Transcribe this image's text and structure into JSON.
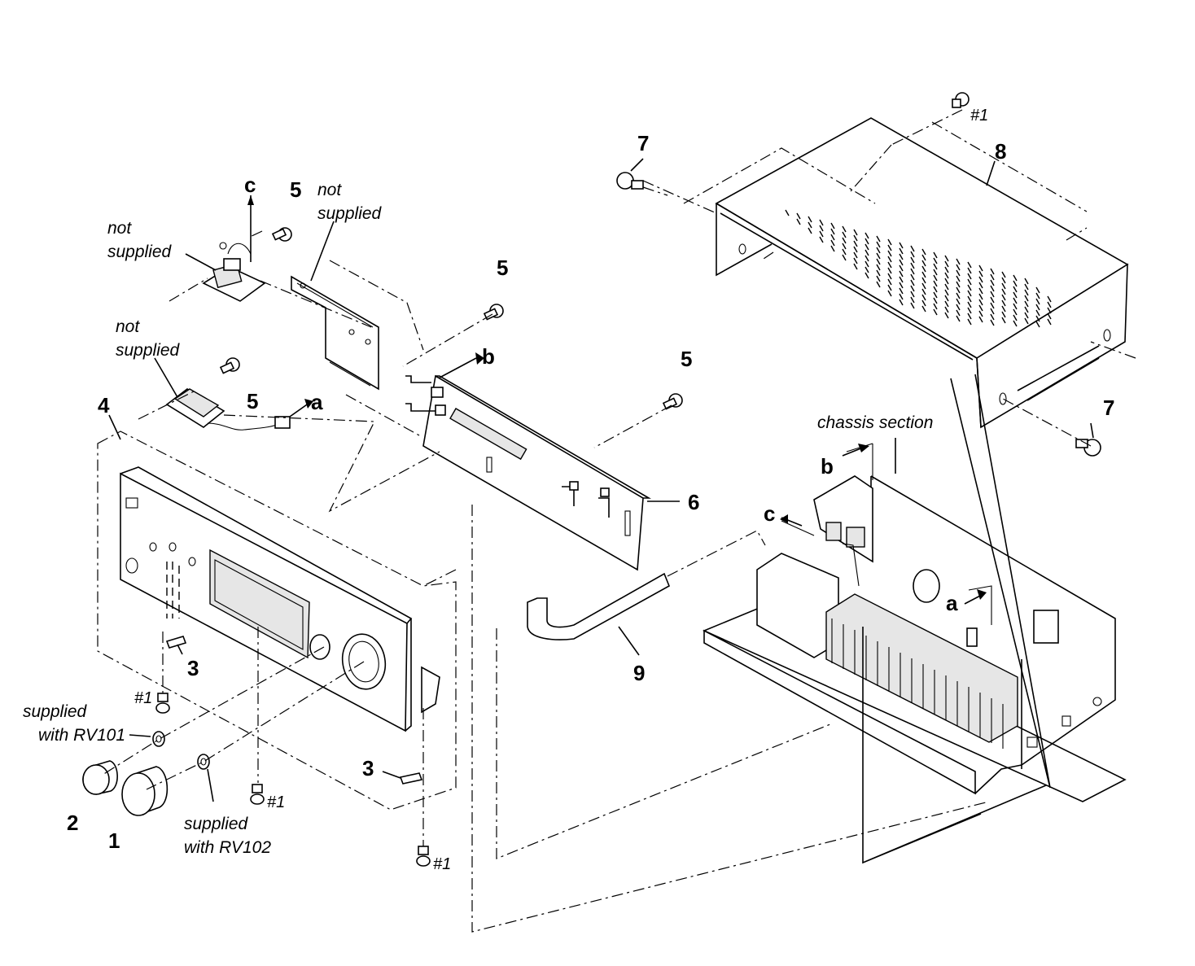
{
  "labels": {
    "num_1": "1",
    "num_2": "2",
    "num_3a": "3",
    "num_3b": "3",
    "num_4": "4",
    "num_5a": "5",
    "num_5b": "5",
    "num_5c": "5",
    "num_5d": "5",
    "num_6": "6",
    "num_7a": "7",
    "num_7b": "7",
    "num_8": "8",
    "num_9": "9",
    "let_a1": "a",
    "let_a2": "a",
    "let_b1": "b",
    "let_b2": "b",
    "let_c1": "c",
    "let_c2": "c",
    "screw_ref": "#1",
    "not_1": "not",
    "supplied_1": "supplied",
    "not_2": "not",
    "supplied_2": "supplied",
    "not_3": "not",
    "supplied_3": "supplied",
    "supplied_rv101_1": "supplied",
    "supplied_rv101_2": "with RV101",
    "supplied_rv102_1": "supplied",
    "supplied_rv102_2": "with RV102",
    "chassis_section": "chassis section"
  }
}
